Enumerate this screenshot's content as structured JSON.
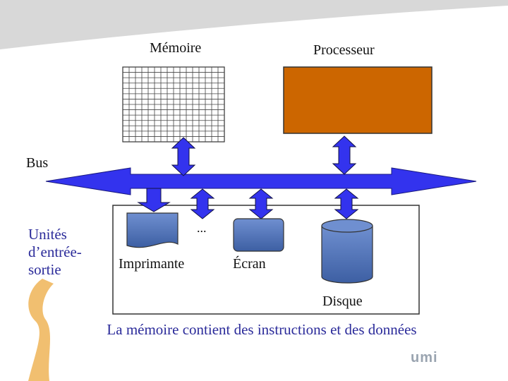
{
  "labels": {
    "memory": "Mémoire",
    "processor": "Processeur",
    "bus": "Bus",
    "io_units": "Unités d’entrée-sortie",
    "ellipsis": "...",
    "printer": "Imprimante",
    "screen": "Écran",
    "disk": "Disque"
  },
  "caption": "La mémoire contient des instructions et des données",
  "logo": {
    "mark": "umi"
  },
  "colors": {
    "bus": "#3333ee",
    "processor": "#cc6600",
    "device": "#4a6fb5",
    "text_blue": "#2b2b9a",
    "background_curve": "#d8d8d8",
    "accent_gold": "#f0b860"
  }
}
